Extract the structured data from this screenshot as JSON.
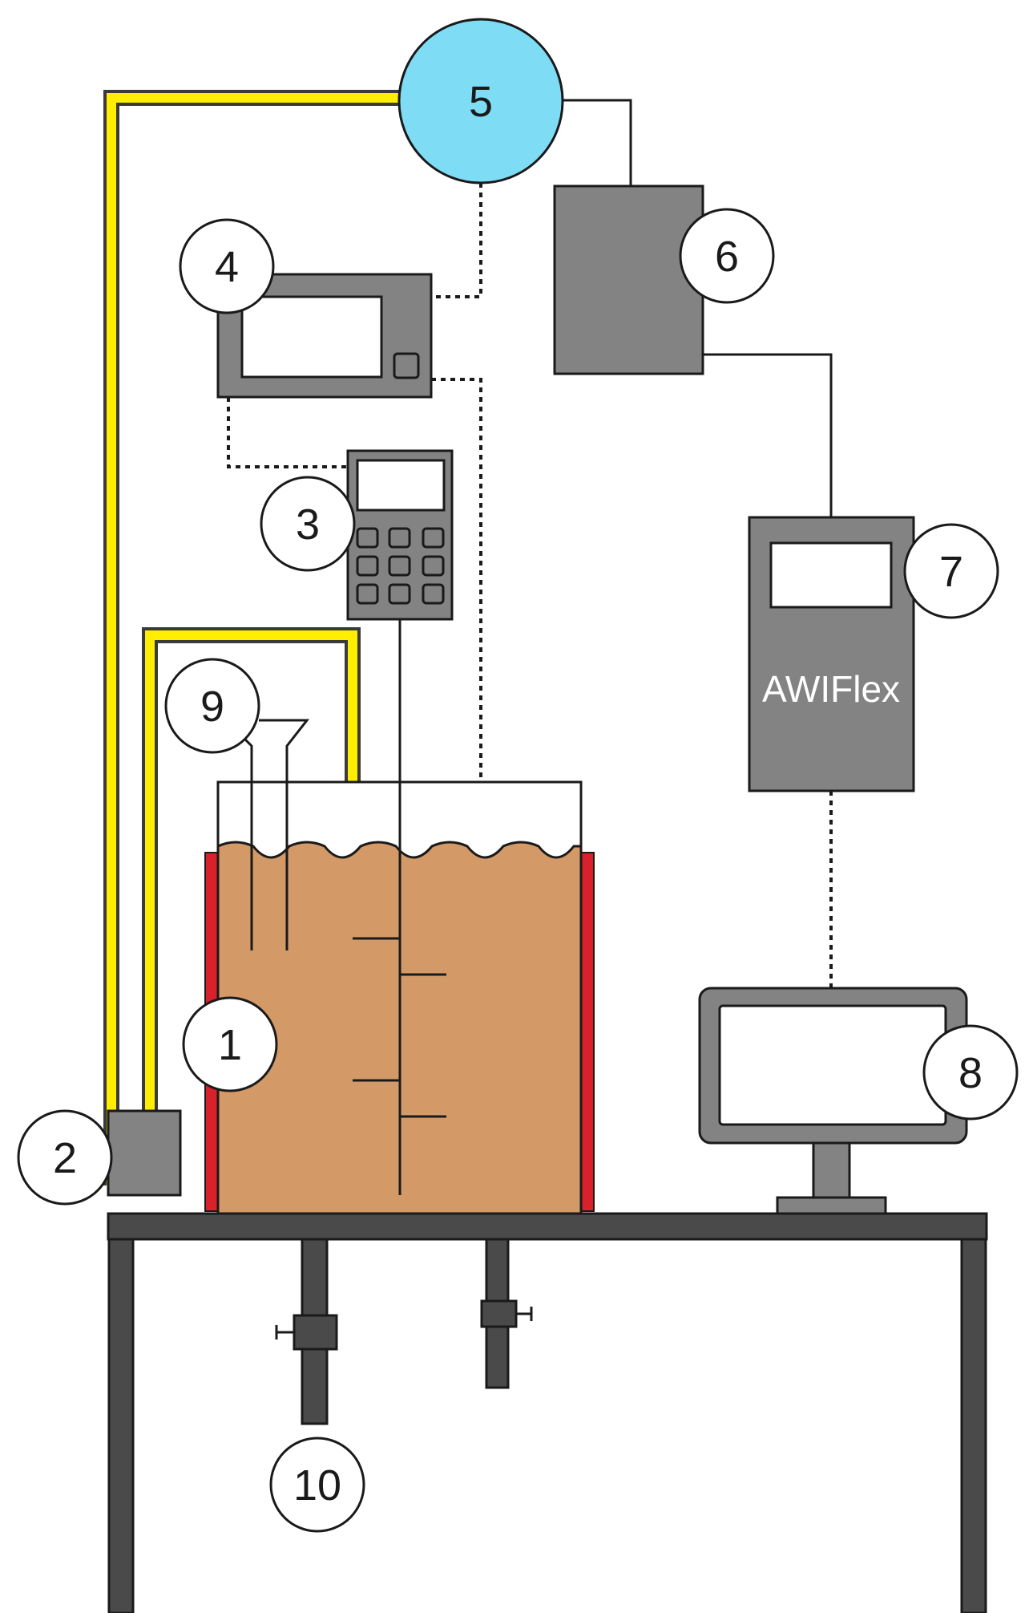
{
  "callouts": {
    "c1": "1",
    "c2": "2",
    "c3": "3",
    "c4": "4",
    "c5": "5",
    "c6": "6",
    "c7": "7",
    "c8": "8",
    "c9": "9",
    "c10": "10"
  },
  "logger_brand": "AWIFlex",
  "colors": {
    "soil": "#d39a68",
    "heater": "#d8212a",
    "tube": "#ffee00",
    "sensor_circle": "#7fdcf5",
    "device": "#838383",
    "table": "#4a4a4a"
  }
}
